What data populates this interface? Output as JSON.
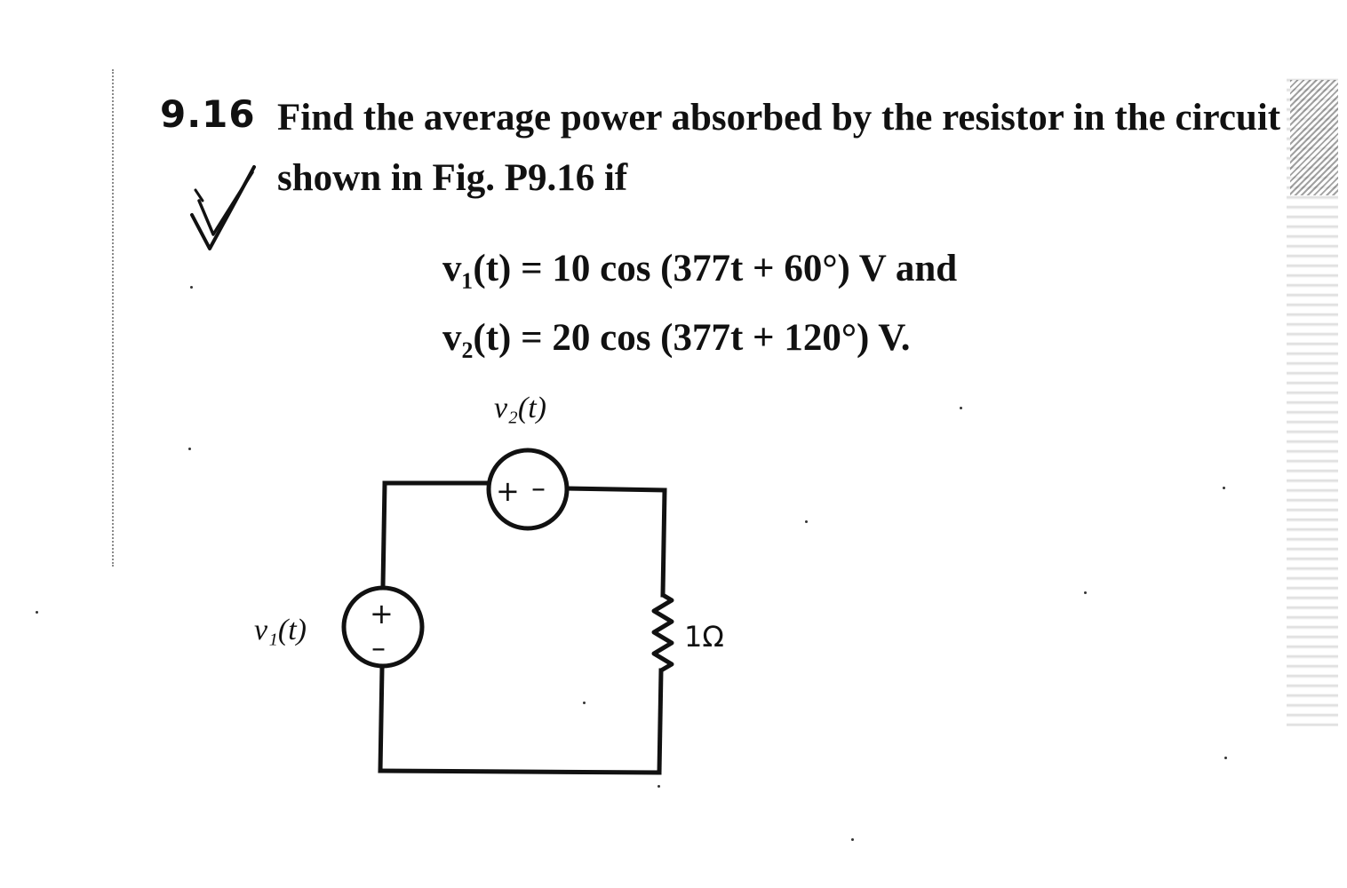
{
  "problem": {
    "number": "9.16",
    "text_line1": "Find the average power absorbed by the resistor in the circuit",
    "text_line2": "shown in Fig. P9.16 if",
    "equation1": "v₁(t) = 10 cos (377t + 60°) V and",
    "equation2": "v₂(t) = 20 cos (377t + 120°) V."
  },
  "circuit": {
    "source1_label": "v₁(t)",
    "source2_label": "v₂(t)",
    "resistor_label": "1Ω",
    "source1_plus": "+",
    "source1_minus": "–",
    "source2_plus": "+",
    "source2_minus": "–"
  }
}
